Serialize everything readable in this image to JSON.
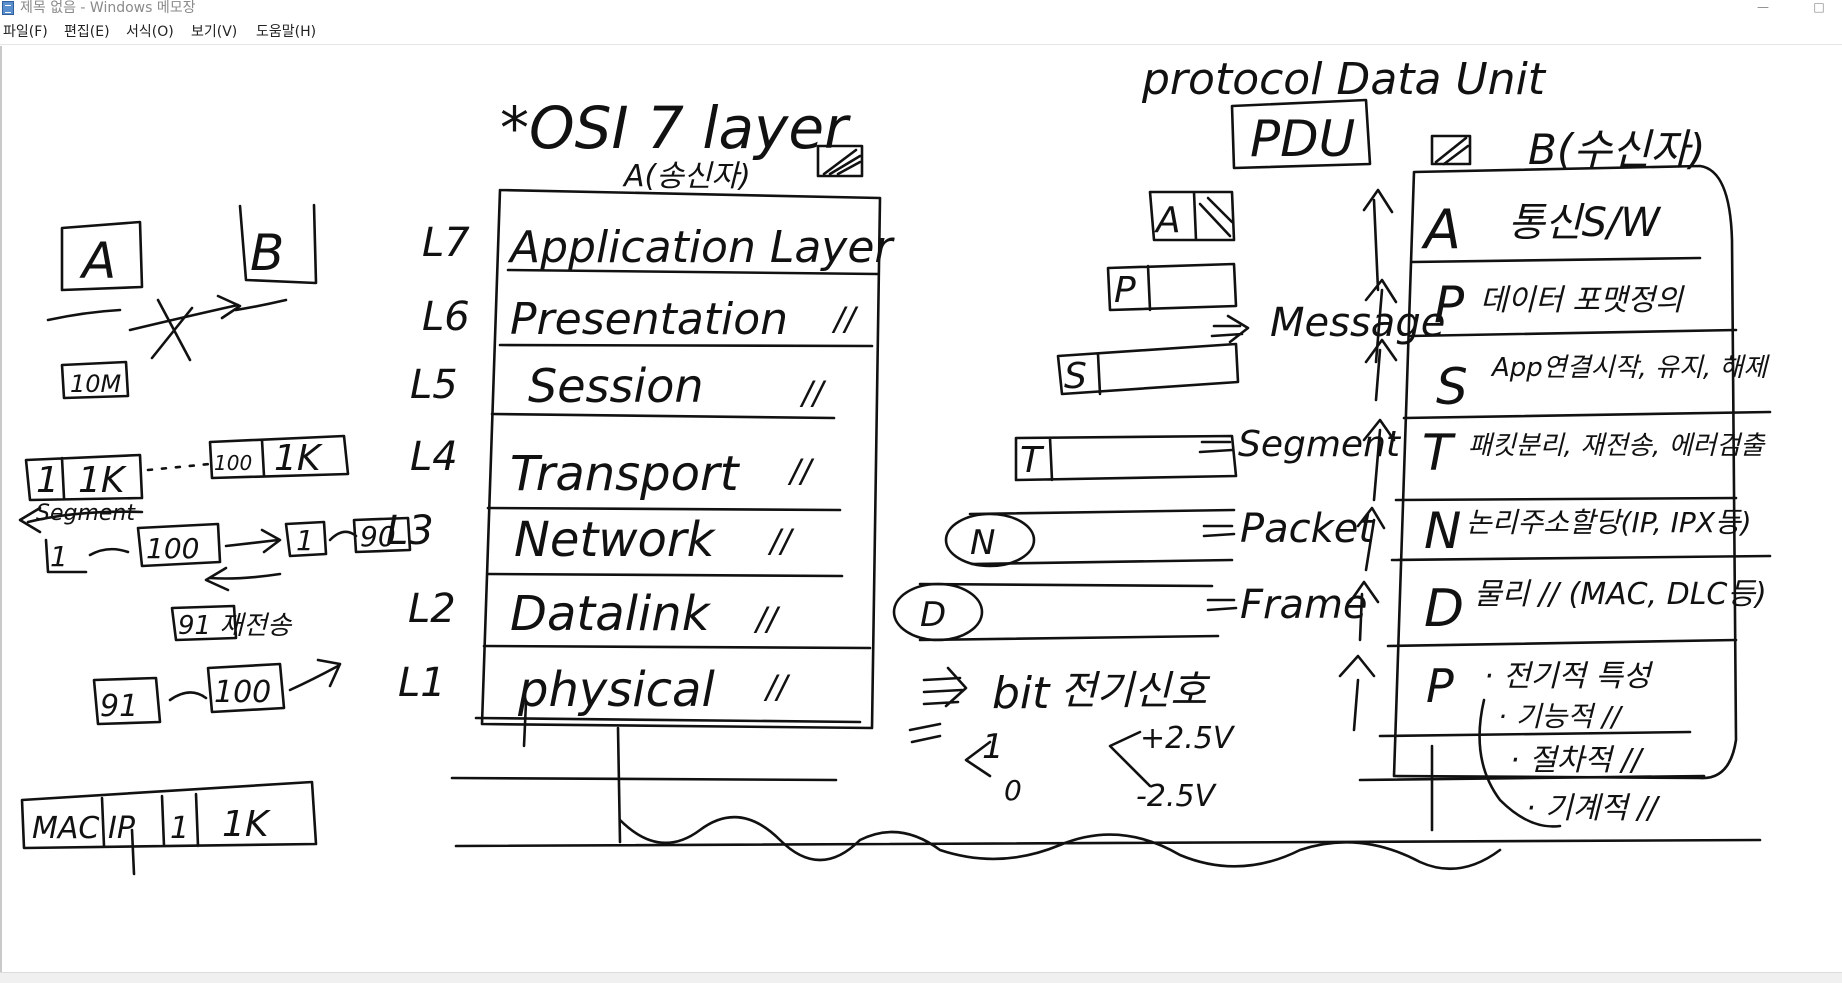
{
  "window": {
    "title": "제목 없음 - Windows 메모장",
    "icon": "notepad-icon",
    "controls": {
      "minimize": "—",
      "maximize": "□"
    }
  },
  "menu": [
    {
      "label": "파일(F)"
    },
    {
      "label": "편집(E)"
    },
    {
      "label": "서식(O)"
    },
    {
      "label": "보기(V)"
    },
    {
      "label": "도움말(H)"
    }
  ],
  "ink_notes": {
    "left": {
      "host_a": "A",
      "host_b": "B",
      "bandwidth": "10M",
      "seg_left_1": "1",
      "seg_left_2": "1K",
      "seg_right_1": "100",
      "seg_right_2": "1K",
      "segment_label": "Segment",
      "seq_1": "1",
      "seq_100": "100",
      "seq_next": "1",
      "seq_90": "90",
      "retransmit": "91 재전송",
      "resend_from": "91",
      "resend_to": "100",
      "mac": "MAC",
      "ip": "IP",
      "frame_1": "1",
      "frame_1k": "1K"
    },
    "osi": {
      "title": "*OSI 7 layer",
      "host_a_label": "A(송신자)",
      "host_b_label": "B(수신자)",
      "layers": [
        {
          "num": "L7",
          "name": "Application Layer"
        },
        {
          "num": "L6",
          "name": "Presentation",
          "mark": "//"
        },
        {
          "num": "L5",
          "name": "Session",
          "mark": "//"
        },
        {
          "num": "L4",
          "name": "Transport",
          "mark": "//"
        },
        {
          "num": "L3",
          "name": "Network",
          "mark": "//"
        },
        {
          "num": "L2",
          "name": "Datalink",
          "mark": "//"
        },
        {
          "num": "L1",
          "name": "physical",
          "mark": "//"
        }
      ]
    },
    "pdu": {
      "heading": "protocol Data Unit",
      "abbr": "PDU",
      "header_letters": [
        "A",
        "P",
        "S",
        "T",
        "N",
        "D"
      ],
      "units": [
        "Message",
        "Segment",
        "Packet",
        "Frame"
      ],
      "bit": "bit",
      "bit_signal": "전기신호",
      "voltage_high": "+2.5V",
      "voltage_low": "-2.5V",
      "bit_one": "1",
      "bit_zero": "0"
    },
    "receiver": [
      {
        "letter": "A",
        "desc": "통신S/W"
      },
      {
        "letter": "P",
        "desc": "데이터 포맷정의"
      },
      {
        "letter": "S",
        "desc": "App연결시작, 유지, 해제"
      },
      {
        "letter": "T",
        "desc": "패킷분리, 재전송, 에러검출"
      },
      {
        "letter": "N",
        "desc": "논리주소할당(IP, IPX등)"
      },
      {
        "letter": "D",
        "desc": "물리 //  (MAC, DLC등)"
      },
      {
        "letter": "P",
        "desc": "· 전기적 특성"
      },
      {
        "letter": "",
        "desc": "· 기능적 //"
      },
      {
        "letter": "",
        "desc": "· 절차적 //"
      },
      {
        "letter": "",
        "desc": "· 기계적 //"
      }
    ]
  }
}
